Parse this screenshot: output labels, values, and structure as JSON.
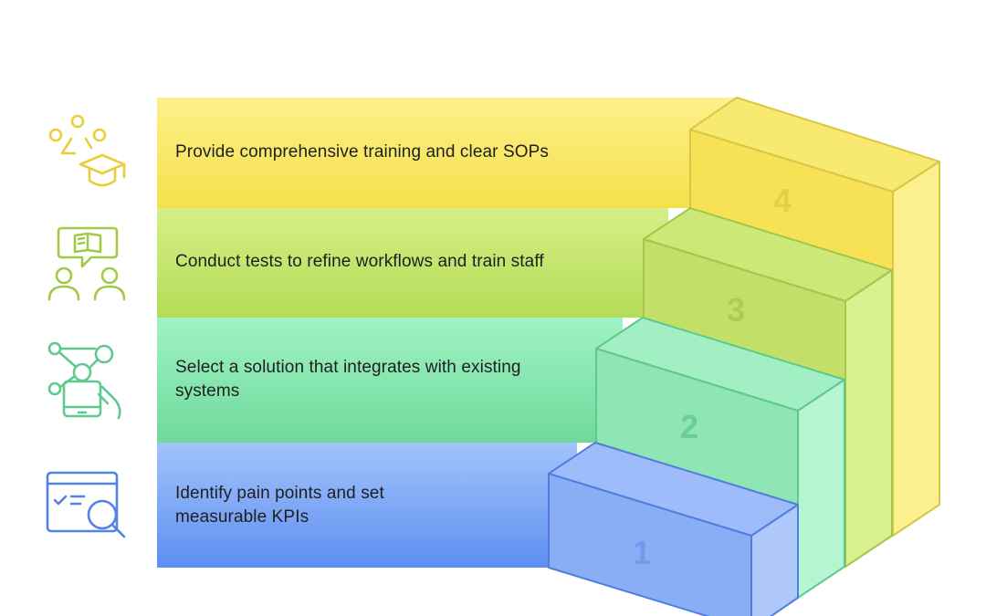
{
  "steps": [
    {
      "number": "1",
      "text": "Identify pain points and set measurable KPIs",
      "icon": "kpi-analysis-icon",
      "color": "#6b97f2"
    },
    {
      "number": "2",
      "text": "Select a solution that integrates with existing systems",
      "icon": "integration-network-icon",
      "color": "#86e6b0"
    },
    {
      "number": "3",
      "text": "Conduct tests to refine workflows and train staff",
      "icon": "training-discussion-icon",
      "color": "#c5e66a"
    },
    {
      "number": "4",
      "text": "Provide comprehensive training and clear SOPs",
      "icon": "graduation-cap-icon",
      "color": "#f8e46a"
    }
  ]
}
